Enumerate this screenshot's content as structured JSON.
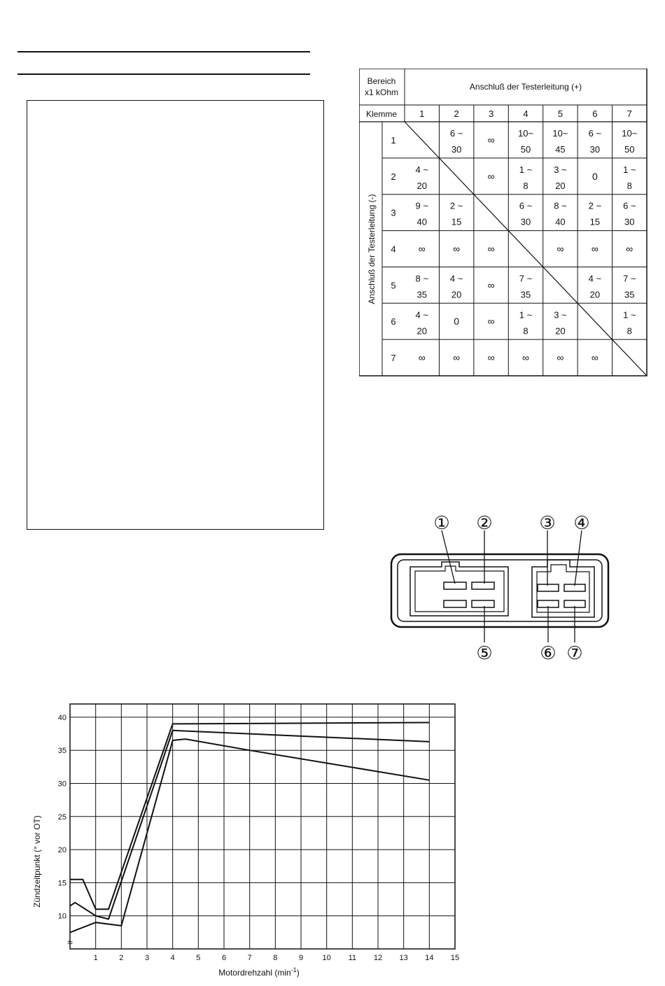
{
  "table": {
    "corner_line1": "Bereich",
    "corner_line2": "x1 kOhm",
    "plus_header": "Anschluß der Testerleitung (+)",
    "minus_header": "Anschluß der Testerleitung (-)",
    "klemme_label": "Klemme",
    "columns": [
      "1",
      "2",
      "3",
      "4",
      "5",
      "6",
      "7"
    ],
    "rows": [
      {
        "label": "1",
        "cells": [
          null,
          [
            "6 ~",
            "30"
          ],
          [
            "∞"
          ],
          [
            "10~",
            "50"
          ],
          [
            "10~",
            "45"
          ],
          [
            "6 ~",
            "30"
          ],
          [
            "10~",
            "50"
          ]
        ]
      },
      {
        "label": "2",
        "cells": [
          [
            "4 ~",
            "20"
          ],
          null,
          [
            "∞"
          ],
          [
            "1 ~",
            "8"
          ],
          [
            "3 ~",
            "20"
          ],
          [
            "0"
          ],
          [
            "1 ~",
            "8"
          ]
        ]
      },
      {
        "label": "3",
        "cells": [
          [
            "9 ~",
            "40"
          ],
          [
            "2 ~",
            "15"
          ],
          null,
          [
            "6 ~",
            "30"
          ],
          [
            "8 ~",
            "40"
          ],
          [
            "2 ~",
            "15"
          ],
          [
            "6 ~",
            "30"
          ]
        ]
      },
      {
        "label": "4",
        "cells": [
          [
            "∞"
          ],
          [
            "∞"
          ],
          [
            "∞"
          ],
          null,
          [
            "∞"
          ],
          [
            "∞"
          ],
          [
            "∞"
          ]
        ]
      },
      {
        "label": "5",
        "cells": [
          [
            "8 ~",
            "35"
          ],
          [
            "4 ~",
            "20"
          ],
          [
            "∞"
          ],
          [
            "7 ~",
            "35"
          ],
          null,
          [
            "4 ~",
            "20"
          ],
          [
            "7 ~",
            "35"
          ]
        ]
      },
      {
        "label": "6",
        "cells": [
          [
            "4 ~",
            "20"
          ],
          [
            "0"
          ],
          [
            "∞"
          ],
          [
            "1 ~",
            "8"
          ],
          [
            "3 ~",
            "20"
          ],
          null,
          [
            "1 ~",
            "8"
          ]
        ]
      },
      {
        "label": "7",
        "cells": [
          [
            "∞"
          ],
          [
            "∞"
          ],
          [
            "∞"
          ],
          [
            "∞"
          ],
          [
            "∞"
          ],
          [
            "∞"
          ],
          null
        ]
      }
    ]
  },
  "connector": {
    "top_labels": [
      "①",
      "②",
      "③",
      "④"
    ],
    "bottom_labels": [
      "⑤",
      "⑥",
      "⑦"
    ]
  },
  "chart_data": {
    "type": "line",
    "xlabel": "Motordrehzahl (min",
    "xlabel_sup": "-1",
    "xlabel_close": ")",
    "ylabel": "Zündzeitpunkt (° vor OT)",
    "xlim": [
      0,
      15
    ],
    "ylim": [
      5,
      42
    ],
    "x_ticks": [
      1,
      2,
      3,
      4,
      5,
      6,
      7,
      8,
      9,
      10,
      11,
      12,
      13,
      14,
      15
    ],
    "y_ticks": [
      10,
      15,
      20,
      25,
      30,
      35,
      40
    ],
    "axis_break": "≈",
    "grid": true,
    "series": [
      {
        "x": [
          0,
          0.5,
          1,
          1.5,
          4,
          14
        ],
        "y": [
          15.5,
          15.5,
          11,
          11,
          39,
          39.2
        ]
      },
      {
        "x": [
          0,
          0.2,
          1,
          1.5,
          4,
          14
        ],
        "y": [
          11.5,
          12,
          10,
          9.5,
          38,
          36.3
        ]
      },
      {
        "x": [
          0,
          1,
          2,
          4,
          4.5,
          7,
          14
        ],
        "y": [
          7.5,
          9,
          8.5,
          36.5,
          36.7,
          35,
          30.5
        ]
      }
    ]
  }
}
